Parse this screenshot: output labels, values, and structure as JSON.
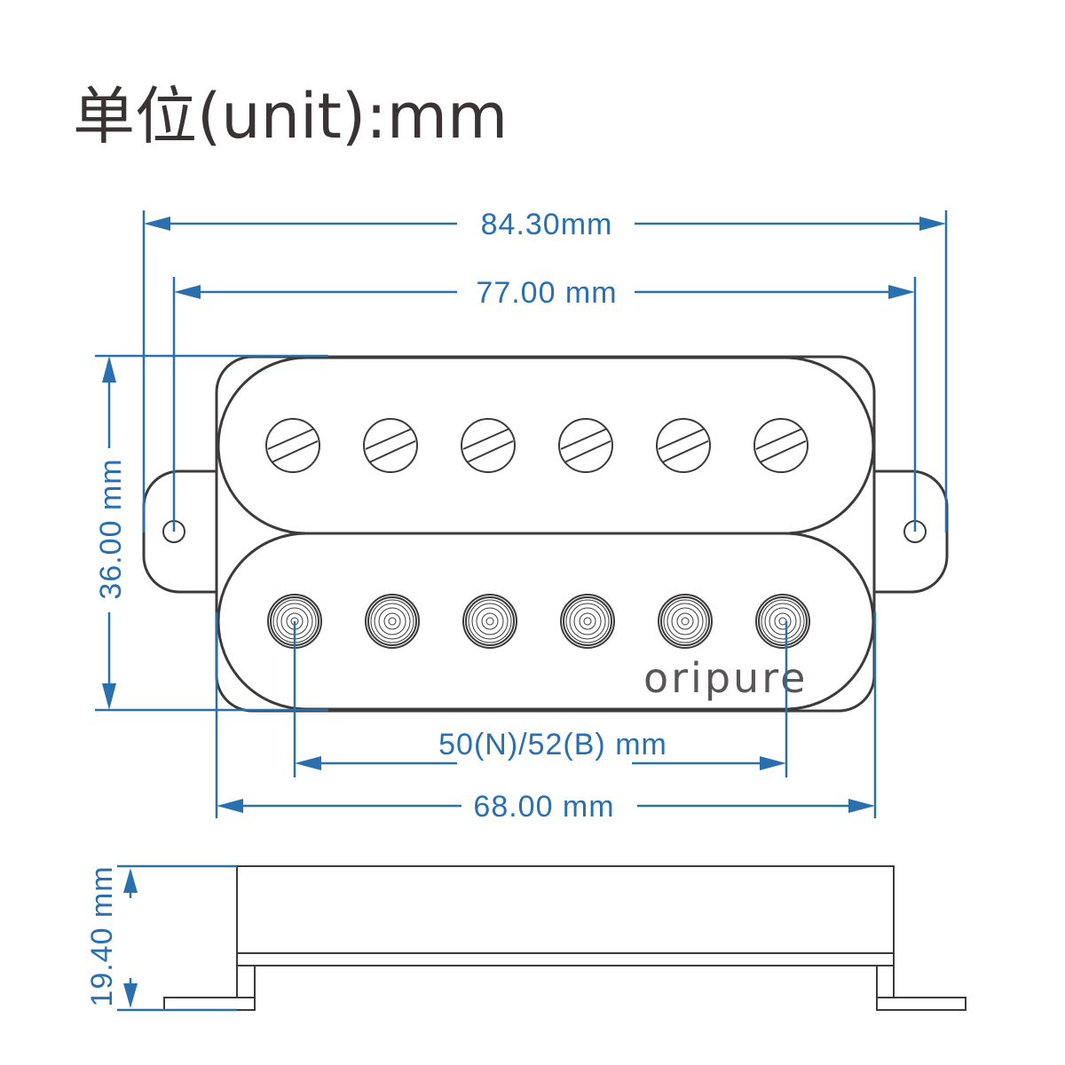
{
  "title": "单位(unit):mm",
  "brand": "oripure",
  "colors": {
    "dimension": "#2a70ae",
    "outline": "#3d3a3a"
  },
  "dimensions": {
    "overall_length": "84.30mm",
    "mount_spacing": "77.00 mm",
    "width": "36.00 mm",
    "pole_spacing": "50(N)/52(B) mm",
    "cover_length": "68.00 mm",
    "height": "19.40 mm"
  },
  "pole_count": 6
}
